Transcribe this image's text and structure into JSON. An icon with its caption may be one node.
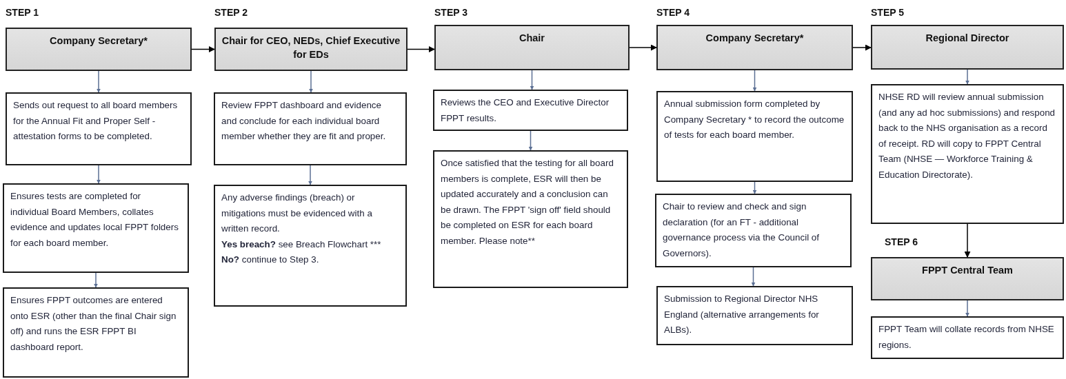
{
  "diagram": {
    "nodes": [
      {
        "text": [
          "STEP 1",
          "Company Secretary*"
        ]
      },
      {
        "text": [
          "Sends out request to all board members for the Annual Fit and Proper Self -attestation forms to be completed."
        ]
      },
      {
        "text": [
          "Ensures tests are completed for individual Board Members, collates evidence and updates local FPPT folders for each board member."
        ]
      },
      {
        "text": [
          "Ensures FPPT outcomes are entered onto ESR (other than the final Chair sign off) and runs the ESR FPPT BI dashboard report."
        ]
      },
      {
        "text": [
          "STEP 2",
          "Chair for CEO, NEDs, Chief Executive for EDs"
        ]
      },
      {
        "text": [
          "Review FPPT dashboard and evidence and conclude for each individual board member whether they are fit and proper."
        ]
      },
      {
        "text": [
          "Any adverse findings (breach) or mitigations must be evidenced with a written record.",
          "**Yes breach?** see Breach Flowchart ***",
          "**No?** continue to Step 3."
        ]
      },
      {
        "text": [
          "STEP 3",
          "Chair"
        ]
      },
      {
        "text": [
          "Reviews the  CEO and Executive Director FPPT results."
        ]
      },
      {
        "text": [
          "Once satisfied that the testing for all board members is complete, ESR will then be updated accurately and a conclusion can be drawn. The FPPT 'sign off' field should be completed on ESR for each board member. Please note**"
        ]
      },
      {
        "text": [
          "STEP 4",
          "Company Secretary*"
        ]
      },
      {
        "text": [
          "Annual submission form completed by Company Secretary * to record the outcome of tests for each board member."
        ]
      },
      {
        "text": [
          "Chair to review and check and sign declaration (for an FT - additional governance process via the Council of Governors)."
        ]
      },
      {
        "text": [
          "Submission to Regional Director NHS England (alternative arrangements for ALBs)."
        ]
      },
      {
        "text": [
          "STEP 5",
          "Regional Director"
        ]
      },
      {
        "text": [
          "NHSE RD will review annual submission (and any ad hoc submissions) and respond back to the NHS organisation as a record of receipt. RD will copy to FPPT Central Team (NHSE  — Workforce Training & Education Directorate)."
        ]
      },
      {
        "text": [
          "STEP 6",
          "FPPT Central Team"
        ]
      },
      {
        "text": [
          "FPPT Team will collate records from NHSE regions."
        ]
      }
    ],
    "edges": [
      {
        "from": 0,
        "to": 4,
        "arrow": "to",
        "color": "#000000"
      },
      {
        "from": 4,
        "to": 7,
        "arrow": "to",
        "color": "#000000"
      },
      {
        "from": 7,
        "to": 10,
        "arrow": "to",
        "color": "#000000"
      },
      {
        "from": 10,
        "to": 14,
        "arrow": "to",
        "color": "#000000"
      },
      {
        "from": 0,
        "to": 1,
        "arrow": "to"
      },
      {
        "from": 1,
        "to": 2,
        "arrow": "to"
      },
      {
        "from": 2,
        "to": 3,
        "arrow": "to"
      },
      {
        "from": 4,
        "to": 5,
        "arrow": "to"
      },
      {
        "from": 5,
        "to": 6,
        "arrow": "to"
      },
      {
        "from": 7,
        "to": 8,
        "arrow": "to"
      },
      {
        "from": 8,
        "to": 9,
        "arrow": "to"
      },
      {
        "from": 10,
        "to": 11,
        "arrow": "to"
      },
      {
        "from": 11,
        "to": 12,
        "arrow": "to"
      },
      {
        "from": 12,
        "to": 13,
        "arrow": "to"
      },
      {
        "from": 14,
        "to": 15,
        "arrow": "to"
      },
      {
        "from": 15,
        "to": 16,
        "arrow": "to",
        "color": "#000000"
      },
      {
        "from": 16,
        "to": 17,
        "arrow": "to"
      }
    ]
  }
}
